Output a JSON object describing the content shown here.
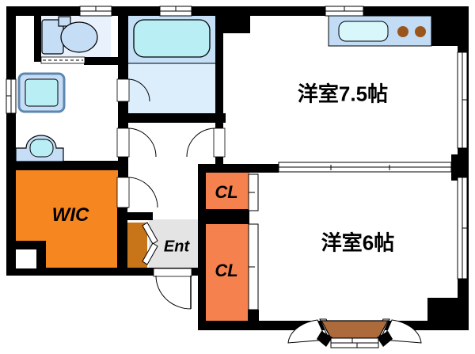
{
  "title": "apartment floor plan",
  "rooms": {
    "western_room_75": {
      "label": "洋室7.5帖"
    },
    "western_room_6": {
      "label": "洋室6帖"
    },
    "wic": {
      "label": "WIC"
    },
    "closet_upper": {
      "label": "CL"
    },
    "closet_lower": {
      "label": "CL"
    },
    "entrance": {
      "label": "Ent"
    }
  },
  "fixtures": [
    "toilet",
    "bathtub",
    "washbasin",
    "washing-machine-pan",
    "kitchen-counter",
    "kitchen-sink",
    "gas-burners",
    "shoe-cabinet",
    "bifold-door",
    "entrance-door",
    "bay-window"
  ],
  "colors": {
    "wall": "#000000",
    "wic-orange": "#f6861f",
    "closet-orange": "#f5824e",
    "cabinet-orange": "#c77518",
    "entrance-gray": "#e4e4e4",
    "toilet-room-blue": "#e9f2fc",
    "bath-upper-blue": "#c5dff7",
    "bath-lower-blue": "#dcedfb",
    "fixture-blue": "#c6ddf6",
    "water-cyan": "#b8eef4",
    "sink-cyan": "#d8f7fb",
    "counter-blue": "#c3dcf6",
    "burner-brown": "#9a551c",
    "bay-brown": "#ad6b3c"
  }
}
